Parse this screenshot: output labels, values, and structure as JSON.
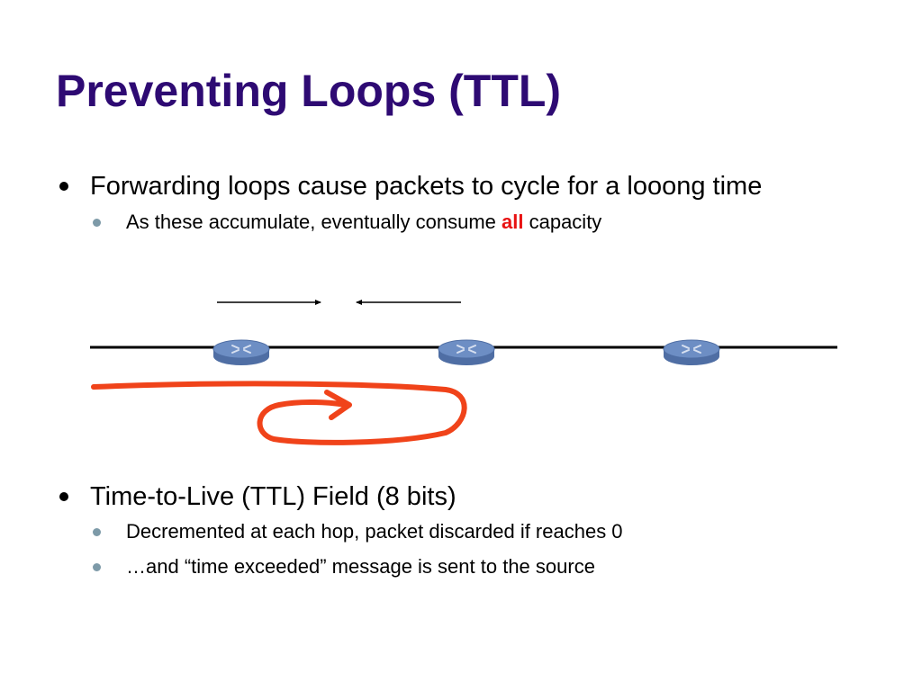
{
  "slide": {
    "title": "Preventing Loops (TTL)"
  },
  "bullets": {
    "b1": "Forwarding loops cause packets to cycle for a looong time",
    "b1_sub1_before": "As these accumulate, eventually consume ",
    "b1_sub1_highlight": "all",
    "b1_sub1_after": " capacity",
    "b2": "Time-to-Live (TTL) Field  (8 bits)",
    "b2_sub1": "Decremented at each hop, packet discarded if reaches 0",
    "b2_sub2": "…and “time exceeded” message is sent to the source"
  },
  "diagram": {
    "node_icon": "router-icon",
    "node_count": 3,
    "arrows": [
      "arrow-right",
      "arrow-left"
    ],
    "loop_icon": "loop-arrow-icon"
  },
  "colors": {
    "title": "#2e0a73",
    "text": "#000000",
    "highlight": "#e81111",
    "sub_bullet": "#7d9aa8",
    "router_fill": "#6d8ec4",
    "router_stroke": "#4f6ea4",
    "loop": "#f0431a"
  }
}
